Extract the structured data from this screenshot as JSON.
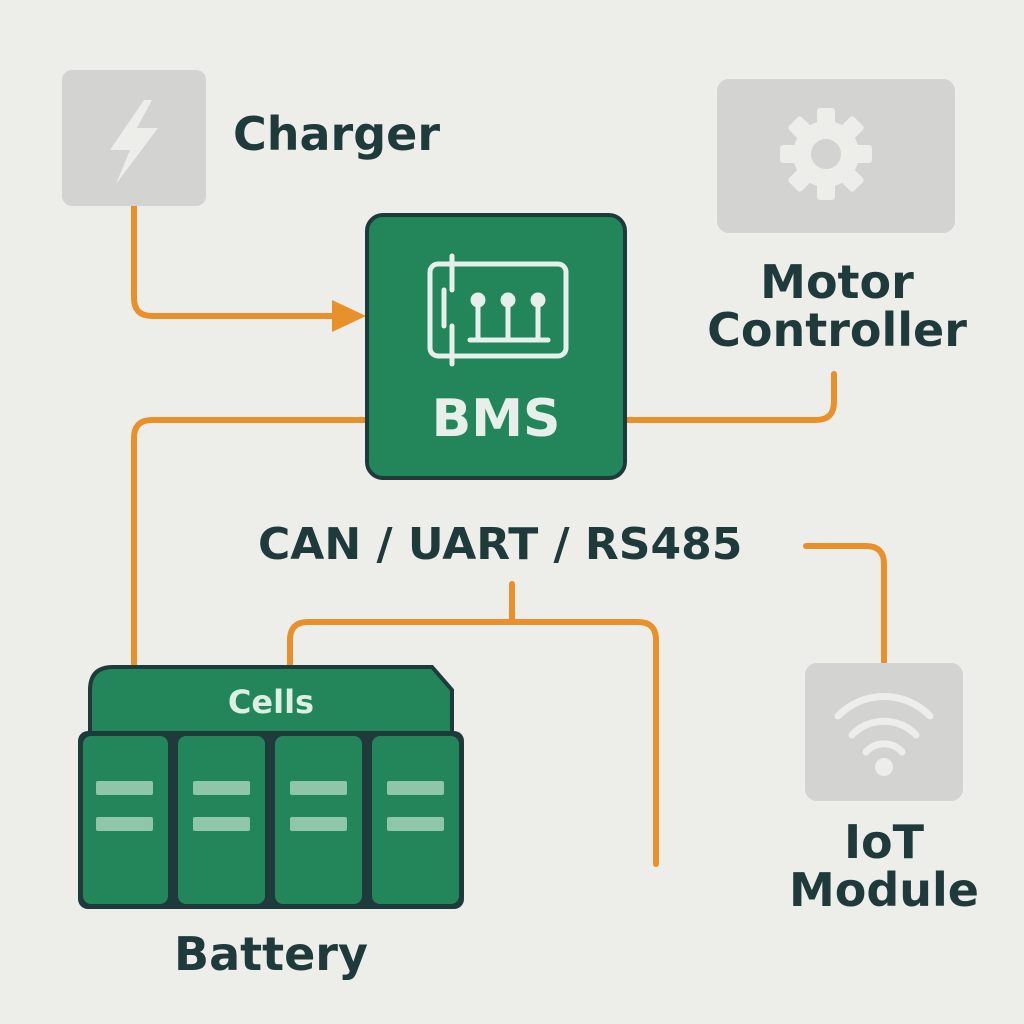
{
  "nodes": {
    "charger": {
      "label": "Charger",
      "icon": "lightning-icon"
    },
    "bms": {
      "label": "BMS",
      "icon": "circuit-board-icon"
    },
    "motor_controller": {
      "label_line1": "Motor",
      "label_line2": "Controller",
      "icon": "gear-icon"
    },
    "iot_module": {
      "label_line1": "IoT",
      "label_line2": "Module",
      "icon": "wifi-icon"
    },
    "battery": {
      "label": "Battery",
      "cells_label": "Cells",
      "cell_count": 4,
      "icon": "battery-pack-icon"
    }
  },
  "bus": {
    "label": "CAN / UART / RS485"
  },
  "colors": {
    "background": "#ededea",
    "bms_fill": "#23865a",
    "cell_fill": "#23865a",
    "outline": "#1f3a3a",
    "connector": "#e8912a",
    "device_box": "#d3d3d1",
    "device_icon": "#ededea",
    "text": "#1f3a3a"
  }
}
